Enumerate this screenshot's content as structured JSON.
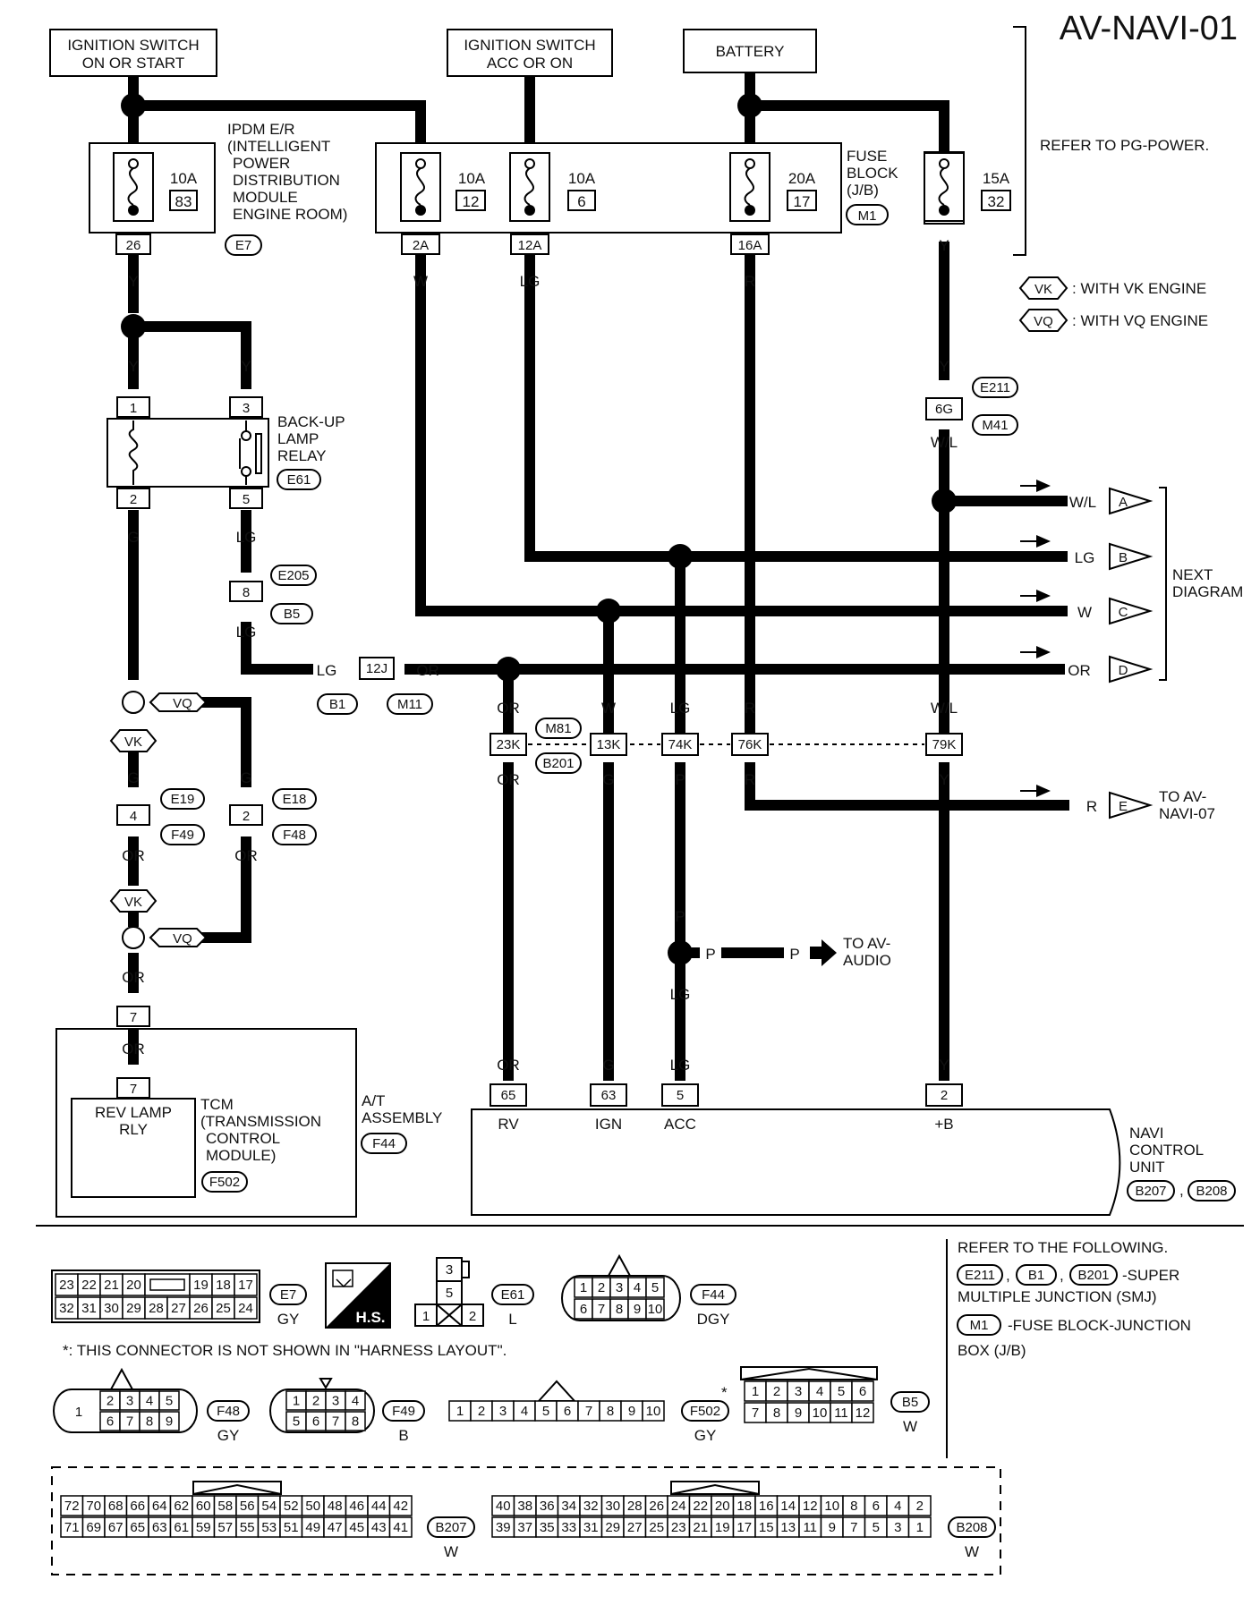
{
  "diagram_id": "AV-NAVI-01",
  "sources": {
    "ign_on_start": [
      "IGNITION SWITCH",
      "ON OR START"
    ],
    "ign_acc_on": [
      "IGNITION SWITCH",
      "ACC OR ON"
    ],
    "battery": "BATTERY"
  },
  "ipdm": {
    "label": [
      "IPDM E/R",
      "(INTELLIGENT",
      "POWER",
      "DISTRIBUTION",
      "MODULE",
      "ENGINE ROOM)"
    ],
    "fuse_amp": "10A",
    "fuse_no": "83",
    "terminal": "26",
    "connector": "E7"
  },
  "fuse_block": {
    "label": [
      "FUSE",
      "BLOCK",
      "(J/B)"
    ],
    "connector": "M1",
    "fuses": [
      {
        "amp": "10A",
        "no": "12",
        "terminal": "2A",
        "wire": "W"
      },
      {
        "amp": "10A",
        "no": "6",
        "terminal": "12A",
        "wire": "LG"
      },
      {
        "amp": "20A",
        "no": "17",
        "terminal": "16A",
        "wire": "R"
      }
    ]
  },
  "fuse_15a": {
    "amp": "15A",
    "no": "32",
    "wire": "Y"
  },
  "refer_pg": "REFER TO PG-POWER.",
  "legend": {
    "vk_tag": "VK",
    "vk_text": ": WITH VK ENGINE",
    "vq_tag": "VQ",
    "vq_text": ": WITH VQ ENGINE"
  },
  "relay": {
    "label": [
      "BACK-UP",
      "LAMP",
      "RELAY"
    ],
    "connector": "E61",
    "t1": "1",
    "t2": "2",
    "t3": "3",
    "t5": "5"
  },
  "wires": {
    "Y": "Y",
    "G": "G",
    "LG": "LG",
    "W": "W",
    "R": "R",
    "OR": "OR",
    "P": "P",
    "WL": "W/L"
  },
  "junctions": {
    "e205": "E205",
    "b5": "B5",
    "pin8": "8",
    "pin12j": "12J",
    "b1": "B1",
    "m11": "M11",
    "e211": "E211",
    "pin6g": "6G",
    "m41": "M41",
    "m81": "M81",
    "b201": "B201",
    "pin23k": "23K",
    "pin13k": "13K",
    "pin74k": "74K",
    "pin76k": "76K",
    "pin79k": "79K",
    "e19": "E19",
    "f49": "F49",
    "pin4": "4",
    "e18": "E18",
    "f48": "F48",
    "pin2": "2",
    "pin7": "7"
  },
  "next_diagram": {
    "label": [
      "NEXT",
      "DIAGRAM"
    ],
    "arrows": [
      {
        "wire": "W/L",
        "letter": "A"
      },
      {
        "wire": "LG",
        "letter": "B"
      },
      {
        "wire": "W",
        "letter": "C"
      },
      {
        "wire": "OR",
        "letter": "D"
      }
    ]
  },
  "to_navi07": {
    "wire": "R",
    "letter": "E",
    "label": [
      "TO AV-",
      "NAVI-07"
    ]
  },
  "to_audio": {
    "wire": "P",
    "label": [
      "TO AV-",
      "AUDIO"
    ]
  },
  "tcm": {
    "box": [
      "REV LAMP",
      "RLY"
    ],
    "label": [
      "TCM",
      "(TRANSMISSION",
      "CONTROL",
      "MODULE)"
    ],
    "connector": "F502",
    "at_label": [
      "A/T",
      "ASSEMBLY"
    ],
    "at_connector": "F44"
  },
  "navi": {
    "label": [
      "NAVI",
      "CONTROL",
      "UNIT"
    ],
    "c1": "B207",
    "c2": "B208",
    "pins": [
      {
        "no": "65",
        "name": "RV",
        "wire": "OR"
      },
      {
        "no": "63",
        "name": "IGN",
        "wire": "G"
      },
      {
        "no": "5",
        "name": "ACC",
        "wire": "LG"
      },
      {
        "no": "2",
        "name": "+B",
        "wire": "Y"
      }
    ]
  },
  "notes": {
    "refer_following": "REFER TO THE FOLLOWING.",
    "smj_list": [
      "E211",
      "B1",
      "B201"
    ],
    "smj_text": [
      "-SUPER",
      "MULTIPLE JUNCTION (SMJ)"
    ],
    "jb_tag": "M1",
    "jb_text": [
      "-FUSE BLOCK-JUNCTION",
      "BOX (J/B)"
    ],
    "not_shown": "*: THIS CONNECTOR IS NOT SHOWN IN \"HARNESS LAYOUT\".",
    "hs": "H.S."
  },
  "connector_faces": {
    "e7": {
      "id": "E7",
      "color": "GY",
      "top": [
        "23",
        "22",
        "21",
        "20",
        "",
        "19",
        "18",
        "17"
      ],
      "bottom": [
        "32",
        "31",
        "30",
        "29",
        "28",
        "27",
        "26",
        "25",
        "24"
      ]
    },
    "e61": {
      "id": "E61",
      "color": "L",
      "pins": [
        "3",
        "5",
        "1",
        "2"
      ]
    },
    "f44": {
      "id": "F44",
      "color": "DGY",
      "top": [
        "1",
        "2",
        "3",
        "4",
        "5"
      ],
      "bottom": [
        "6",
        "7",
        "8",
        "9",
        "10"
      ]
    },
    "f48": {
      "id": "F48",
      "color": "GY",
      "top": [
        "1",
        "2",
        "3",
        "4",
        "5"
      ],
      "bottom": [
        "6",
        "7",
        "8",
        "9"
      ]
    },
    "f49": {
      "id": "F49",
      "color": "B",
      "top": [
        "1",
        "2",
        "3",
        "4"
      ],
      "bottom": [
        "5",
        "6",
        "7",
        "8"
      ]
    },
    "f502": {
      "id": "F502",
      "color": "GY",
      "pins": [
        "1",
        "2",
        "3",
        "4",
        "5",
        "6",
        "7",
        "8",
        "9",
        "10"
      ]
    },
    "b5": {
      "id": "B5",
      "color": "W",
      "top": [
        "1",
        "2",
        "3",
        "4",
        "5",
        "6"
      ],
      "bottom": [
        "7",
        "8",
        "9",
        "10",
        "11",
        "12"
      ]
    },
    "b207": {
      "id": "B207",
      "color": "W",
      "top": [
        "72",
        "70",
        "68",
        "66",
        "64",
        "62",
        "60",
        "58",
        "56",
        "54",
        "52",
        "50",
        "48",
        "46",
        "44",
        "42"
      ],
      "bottom": [
        "71",
        "69",
        "67",
        "65",
        "63",
        "61",
        "59",
        "57",
        "55",
        "53",
        "51",
        "49",
        "47",
        "45",
        "43",
        "41"
      ]
    },
    "b208": {
      "id": "B208",
      "color": "W",
      "top": [
        "40",
        "38",
        "36",
        "34",
        "32",
        "30",
        "28",
        "26",
        "24",
        "22",
        "20",
        "18",
        "16",
        "14",
        "12",
        "10",
        "8",
        "6",
        "4",
        "2"
      ],
      "bottom": [
        "39",
        "37",
        "35",
        "33",
        "31",
        "29",
        "27",
        "25",
        "23",
        "21",
        "19",
        "17",
        "15",
        "13",
        "11",
        "9",
        "7",
        "5",
        "3",
        "1"
      ]
    }
  }
}
